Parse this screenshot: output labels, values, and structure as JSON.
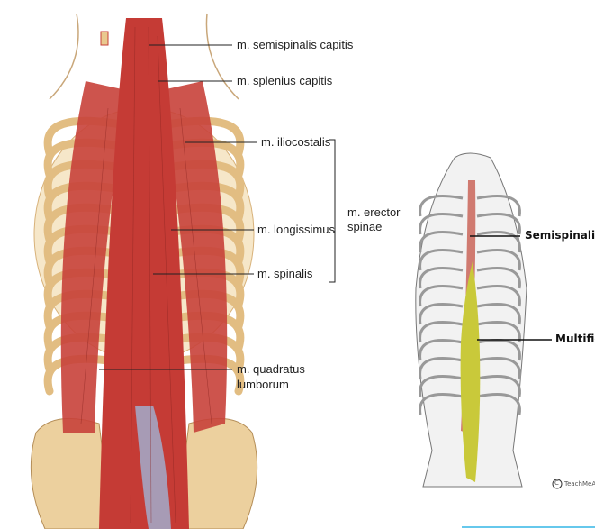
{
  "left_figure": {
    "labels": {
      "semispinalis_capitis": "m. semispinalis capitis",
      "splenius_capitis": "m. splenius capitis",
      "iliocostalis": "m. iliocostalis",
      "longissimus": "m. longissimus",
      "spinalis": "m. spinalis",
      "quadratus_lumborum_1": "m. quadratus",
      "quadratus_lumborum_2": "lumborum",
      "erector_spinae_1": "m. erector",
      "erector_spinae_2": "spinae"
    },
    "colors": {
      "muscle": "#c8413a",
      "bone": "#e9c98f",
      "tendon": "#9fb4d6"
    }
  },
  "right_figure": {
    "labels": {
      "semispinalis": "Semispinalis",
      "multifidus": "Multific"
    },
    "watermark": "TeachMeAna",
    "copyright_symbol": "C",
    "colors": {
      "semispinalis": "#d07a70",
      "multifidus": "#c9c93a",
      "line": "#33b5e5"
    }
  }
}
